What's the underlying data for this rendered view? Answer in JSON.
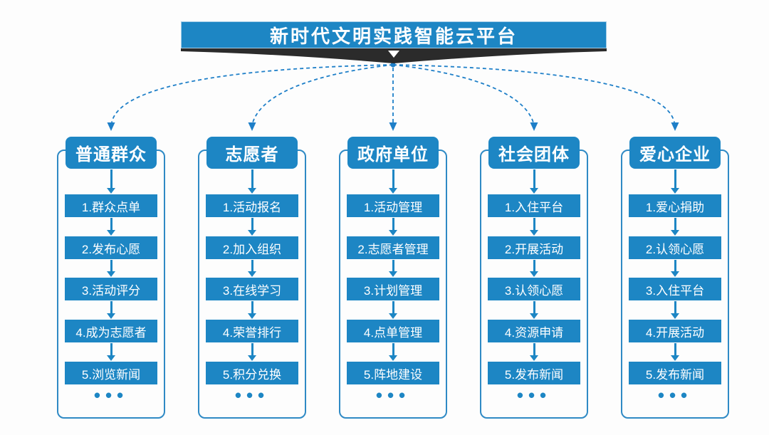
{
  "title": "新时代文明实践智能云平台",
  "ellipsis": "•••",
  "colors": {
    "primary": "#1d86c4",
    "connector": "#1e7fc8",
    "frame": "#2f8ac5",
    "ribbon": "#2b2b2b",
    "background": "#fdfdfd"
  },
  "columns": [
    {
      "header": "普通群众",
      "items": [
        "1.群众点单",
        "2.发布心愿",
        "3.活动评分",
        "4.成为志愿者",
        "5.浏览新闻"
      ]
    },
    {
      "header": "志愿者",
      "items": [
        "1.活动报名",
        "2.加入组织",
        "3.在线学习",
        "4.荣誉排行",
        "5.积分兑换"
      ]
    },
    {
      "header": "政府单位",
      "items": [
        "1.活动管理",
        "2.志愿者管理",
        "3.计划管理",
        "4.点单管理",
        "5.阵地建设"
      ]
    },
    {
      "header": "社会团体",
      "items": [
        "1.入住平台",
        "2.开展活动",
        "3.认领心愿",
        "4.资源申请",
        "5.发布新闻"
      ]
    },
    {
      "header": "爱心企业",
      "items": [
        "1.爱心捐助",
        "2.认领心愿",
        "3.入住平台",
        "4.开展活动",
        "5.发布新闻"
      ]
    }
  ]
}
